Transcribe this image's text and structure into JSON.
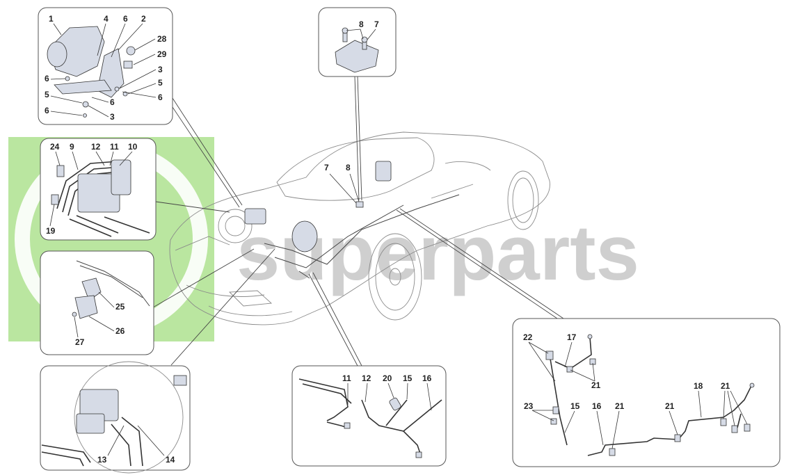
{
  "watermark": {
    "text": "superparts",
    "logo_color": "#aee28f"
  },
  "panels": {
    "abs_unit": {
      "labels": [
        "1",
        "4",
        "6",
        "2",
        "28",
        "29",
        "6",
        "3",
        "5",
        "6",
        "5",
        "6",
        "6",
        "3"
      ]
    },
    "yaw_sensor": {
      "labels": [
        "8",
        "7"
      ]
    },
    "brake_lines_upper": {
      "labels": [
        "24",
        "9",
        "12",
        "11",
        "10",
        "19"
      ]
    },
    "bracket": {
      "labels": [
        "25",
        "26",
        "27"
      ]
    },
    "master_cylinder": {
      "labels": [
        "13",
        "14"
      ]
    },
    "rear_lines": {
      "labels": [
        "11",
        "12",
        "20",
        "15",
        "16"
      ]
    },
    "rear_axle_lines": {
      "labels": [
        "22",
        "17",
        "21",
        "23",
        "15",
        "16",
        "21",
        "21",
        "18",
        "21"
      ]
    },
    "car_callouts": {
      "labels": [
        "7",
        "8"
      ]
    }
  }
}
